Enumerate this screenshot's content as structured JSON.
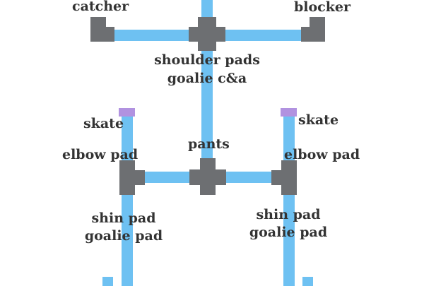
{
  "colors": {
    "pipe": "#6ec1f2",
    "fitting": "#6d6f72",
    "cap": "#b192e0",
    "label": "#333333"
  },
  "labels": {
    "catcher": "catcher",
    "blocker": "blocker",
    "shoulder_pads": "shoulder pads",
    "goalie_ca": "goalie c&a",
    "skate_left": "skate",
    "skate_right": "skate",
    "pants": "pants",
    "elbow_pad_left": "elbow pad",
    "elbow_pad_right": "elbow pad",
    "shin_pad_left": "shin pad",
    "goalie_pad_left": "goalie pad",
    "shin_pad_right": "shin pad",
    "goalie_pad_right": "goalie pad"
  }
}
